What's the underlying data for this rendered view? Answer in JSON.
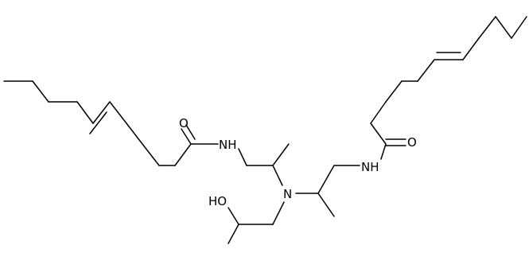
{
  "molecule": {
    "atom_labels": {
      "o_left": "O",
      "nh_left": "NH",
      "n_center": "N",
      "ho": "HO",
      "o_right": "O",
      "nh_right": "NH"
    },
    "colors": {
      "bond": "#000000",
      "label": "#000000",
      "background": "#ffffff"
    }
  }
}
